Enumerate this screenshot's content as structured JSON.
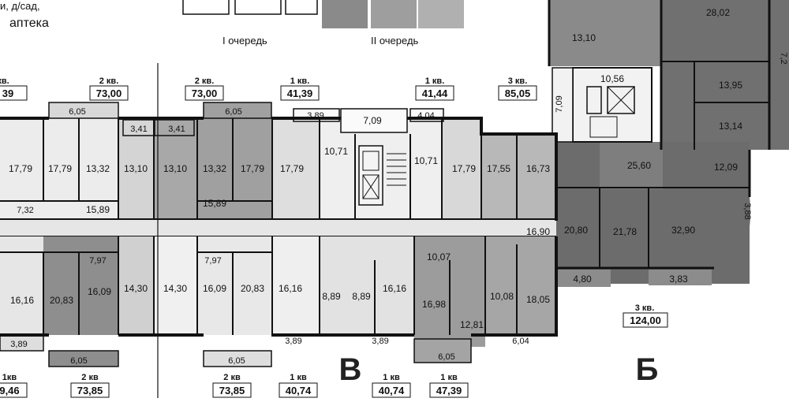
{
  "header": {
    "top_fragment": "и, д/сад,",
    "pharmacy": "аптека",
    "queue_1": "I очередь",
    "queue_2": "II очередь"
  },
  "colors": {
    "light": "#dedede",
    "mid": "#b4b4b4",
    "dark": "#8c8c8c",
    "darker": "#6c6c6c",
    "corridor": "#e6e6e6",
    "wall": "#1a1a1a"
  },
  "sections": {
    "v": "В",
    "b": "Б"
  },
  "apartments_top": [
    {
      "type": "кв.",
      "area": "39"
    },
    {
      "type": "2 кв.",
      "area": "73,00"
    },
    {
      "type": "2 кв.",
      "area": "73,00"
    },
    {
      "type": "1 кв.",
      "area": "41,39"
    },
    {
      "type": "1 кв.",
      "area": "41,44"
    },
    {
      "type": "3 кв.",
      "area": "85,05"
    }
  ],
  "apartments_bottom": [
    {
      "type": "1кв",
      "area": "9,46"
    },
    {
      "type": "2 кв",
      "area": "73,85"
    },
    {
      "type": "2 кв",
      "area": "73,85"
    },
    {
      "type": "1 кв",
      "area": "40,74"
    },
    {
      "type": "1 кв",
      "area": "40,74"
    },
    {
      "type": "1 кв",
      "area": "47,39"
    }
  ],
  "apartment_right": {
    "type": "3 кв.",
    "area": "124,00"
  },
  "rooms": [
    "28,02",
    "13,10",
    "10,56",
    "7,2",
    "13,95",
    "7,09",
    "13,14",
    "12,09",
    "25,60",
    "3,88",
    "20,80",
    "21,78",
    "32,90",
    "4,80",
    "3,83",
    "6,05",
    "3,41",
    "3,41",
    "6,05",
    "3,89",
    "4,04",
    "7,09",
    "17,79",
    "17,79",
    "13,32",
    "13,10",
    "13,10",
    "13,32",
    "17,79",
    "17,79",
    "10,71",
    "10,71",
    "17,79",
    "17,55",
    "16,73",
    "7,32",
    "15,89",
    "15,89",
    "16,90",
    "7,97",
    "7,97",
    "10,07",
    "16,16",
    "20,83",
    "16,09",
    "14,30",
    "14,30",
    "16,09",
    "20,83",
    "16,16",
    "8,89",
    "8,89",
    "16,16",
    "16,98",
    "10,08",
    "18,05",
    "12,81",
    "3,89",
    "3,89",
    "3,89",
    "6,05",
    "6,05",
    "6,05",
    "6,04"
  ]
}
